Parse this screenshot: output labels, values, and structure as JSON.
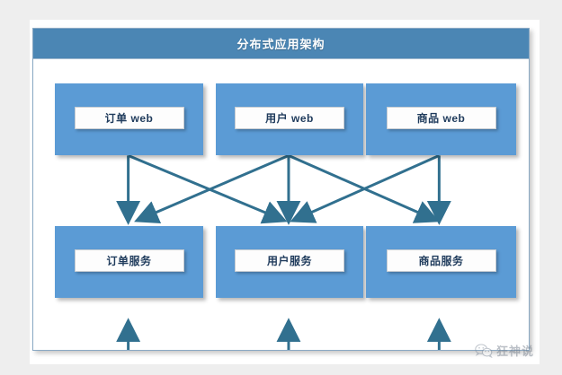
{
  "diagram": {
    "title": "分布式应用架构",
    "accent_color": "#4b86b4",
    "node_color": "#5b9bd5",
    "connector_color": "#31708f",
    "page_background": "#eeeeee",
    "card_background": "#ffffff",
    "label_text_color": "#1f3b5c",
    "rows": [
      {
        "id": "web-tier",
        "nodes": [
          {
            "id": "order-web",
            "label": "订单 web"
          },
          {
            "id": "user-web",
            "label": "用户 web"
          },
          {
            "id": "product-web",
            "label": "商品 web"
          }
        ]
      },
      {
        "id": "service-tier",
        "nodes": [
          {
            "id": "order-service",
            "label": "订单服务"
          },
          {
            "id": "user-service",
            "label": "用户服务"
          },
          {
            "id": "product-service",
            "label": "商品服务"
          }
        ]
      }
    ],
    "connections": {
      "description": "web tier fans out to service tier with crossing arrows; a shared bus line feeds all three services from below",
      "arrow_count_vertical": 3,
      "arrow_count_diagonal": 4,
      "bus_arrow_count": 3
    }
  },
  "watermark": {
    "text": "狂神说",
    "icon": "wechat-icon"
  }
}
